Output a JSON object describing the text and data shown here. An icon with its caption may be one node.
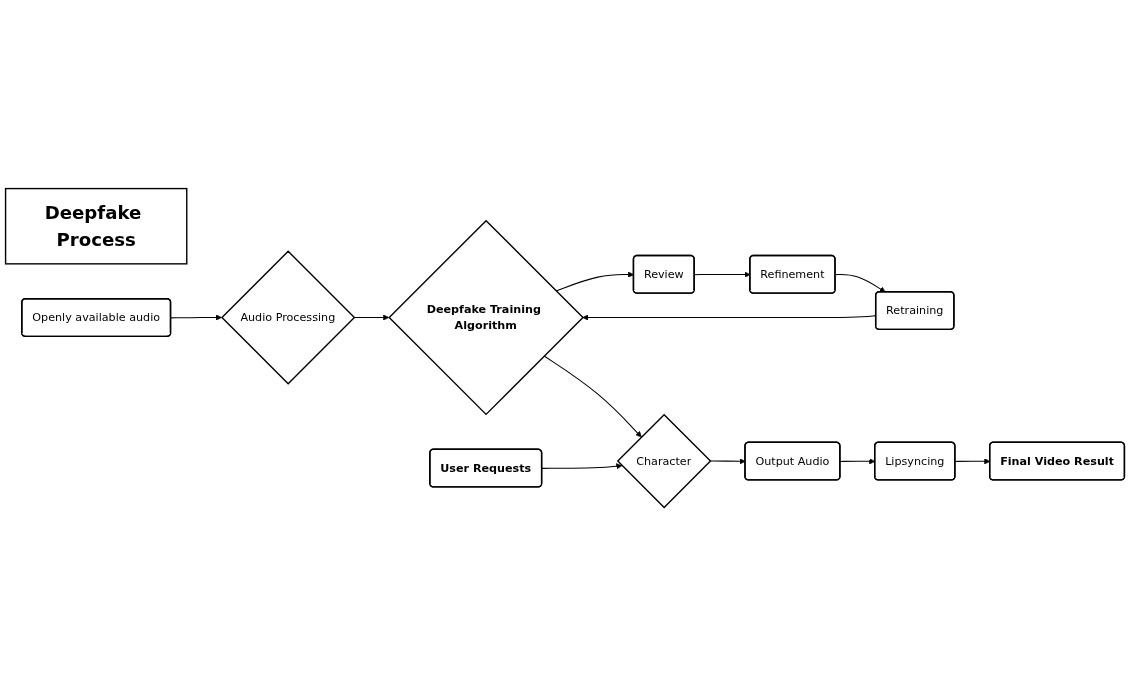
{
  "diagram": {
    "nodes": [
      {
        "text": [
          "Deepfake Process"
        ]
      },
      {
        "text": [
          "Openly available audio"
        ]
      },
      {
        "text": [
          "Audio Processing"
        ]
      },
      {
        "text": [
          "Deepfake Training Algorithm"
        ]
      },
      {
        "text": [
          "Retraining"
        ]
      },
      {
        "text": [
          "Refinement"
        ]
      },
      {
        "text": [
          "Review"
        ]
      },
      {
        "text": [
          "User Requests"
        ]
      },
      {
        "text": [
          "Character"
        ]
      },
      {
        "text": [
          "Output Audio"
        ]
      },
      {
        "text": [
          "Lipsyncing"
        ]
      },
      {
        "text": [
          "Final Video Result"
        ]
      }
    ],
    "edges": [
      {
        "from": 1,
        "to": 2,
        "arrow": "to"
      },
      {
        "from": 2,
        "to": 3,
        "arrow": "to"
      },
      {
        "from": 3,
        "to": 6,
        "arrow": "to"
      },
      {
        "from": 6,
        "to": 5,
        "arrow": "to"
      },
      {
        "from": 5,
        "to": 4,
        "arrow": "to"
      },
      {
        "from": 4,
        "to": 3,
        "arrow": "to"
      },
      {
        "from": 3,
        "to": 8,
        "arrow": "to"
      },
      {
        "from": 7,
        "to": 8,
        "arrow": "to"
      },
      {
        "from": 8,
        "to": 9,
        "arrow": "to"
      },
      {
        "from": 9,
        "to": 10,
        "arrow": "to"
      },
      {
        "from": 10,
        "to": 11,
        "arrow": "to"
      }
    ]
  }
}
